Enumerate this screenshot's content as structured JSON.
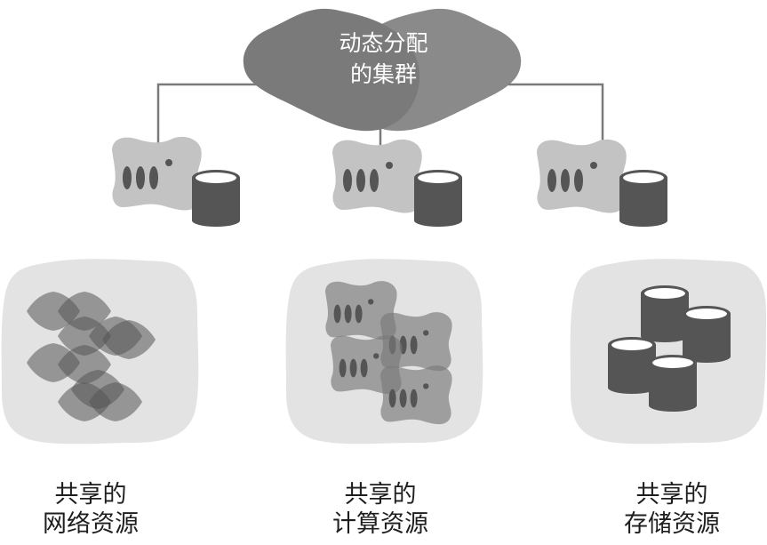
{
  "cluster": {
    "line1": "动态分配",
    "line2": "的集群"
  },
  "resources": [
    {
      "line1": "共享的",
      "line2": "网络资源"
    },
    {
      "line1": "共享的",
      "line2": "计算资源"
    },
    {
      "line1": "共享的",
      "line2": "存储资源"
    }
  ],
  "colors": {
    "dark": "#555555",
    "mid": "#7a7a7a",
    "light": "#c3c3c3",
    "panel": "#e3e3e3"
  }
}
